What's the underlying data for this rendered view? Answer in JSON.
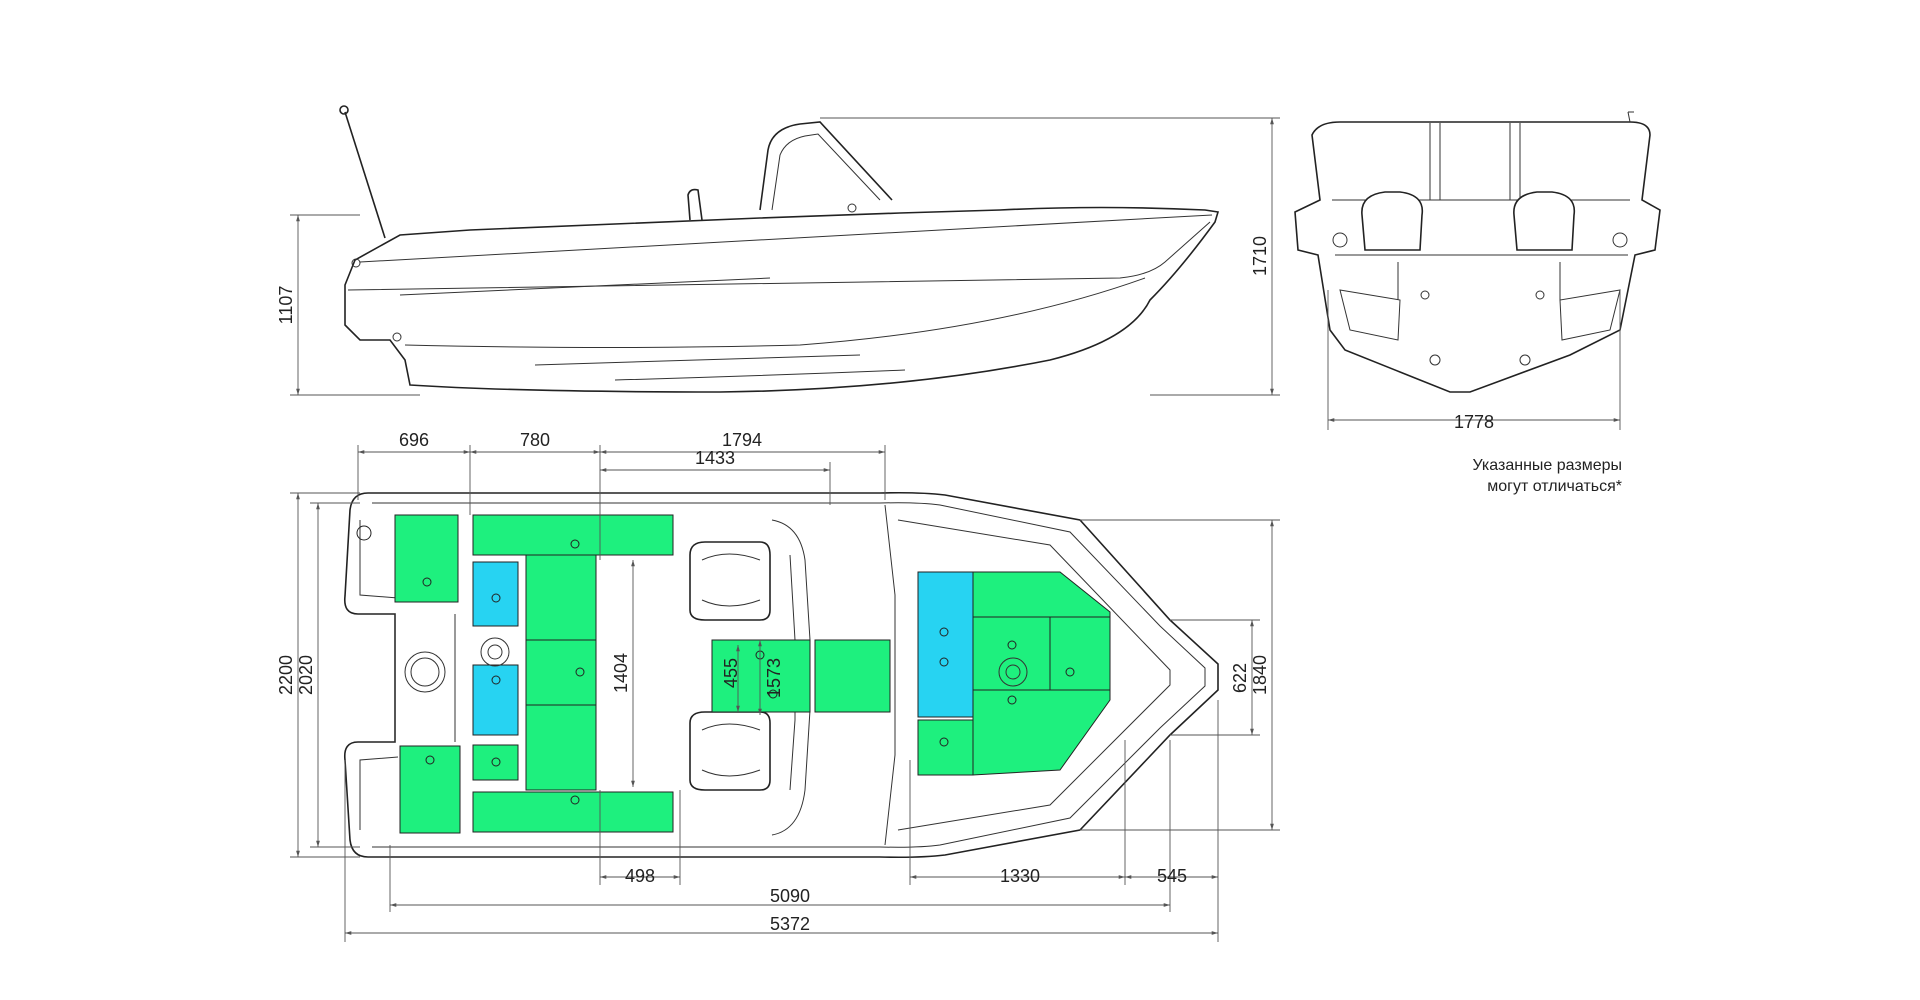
{
  "colors": {
    "green": "#1ef07e",
    "cyan": "#27d3f2",
    "line": "#222222"
  },
  "side_view": {
    "height_label": "1107"
  },
  "rear_view": {
    "height_label": "1710",
    "width_label": "1778"
  },
  "plan_view": {
    "top_dims": [
      "696",
      "780",
      "1794",
      "1433"
    ],
    "left_dims": [
      "2200",
      "2020"
    ],
    "right_dims": [
      "622",
      "1840"
    ],
    "inner_dims": [
      "1404",
      "455",
      "1573"
    ],
    "bottom_dims": [
      "498",
      "1330",
      "545",
      "5090",
      "5372"
    ]
  },
  "note": {
    "line1": "Указанные размеры",
    "line2": "могут отличаться*"
  }
}
